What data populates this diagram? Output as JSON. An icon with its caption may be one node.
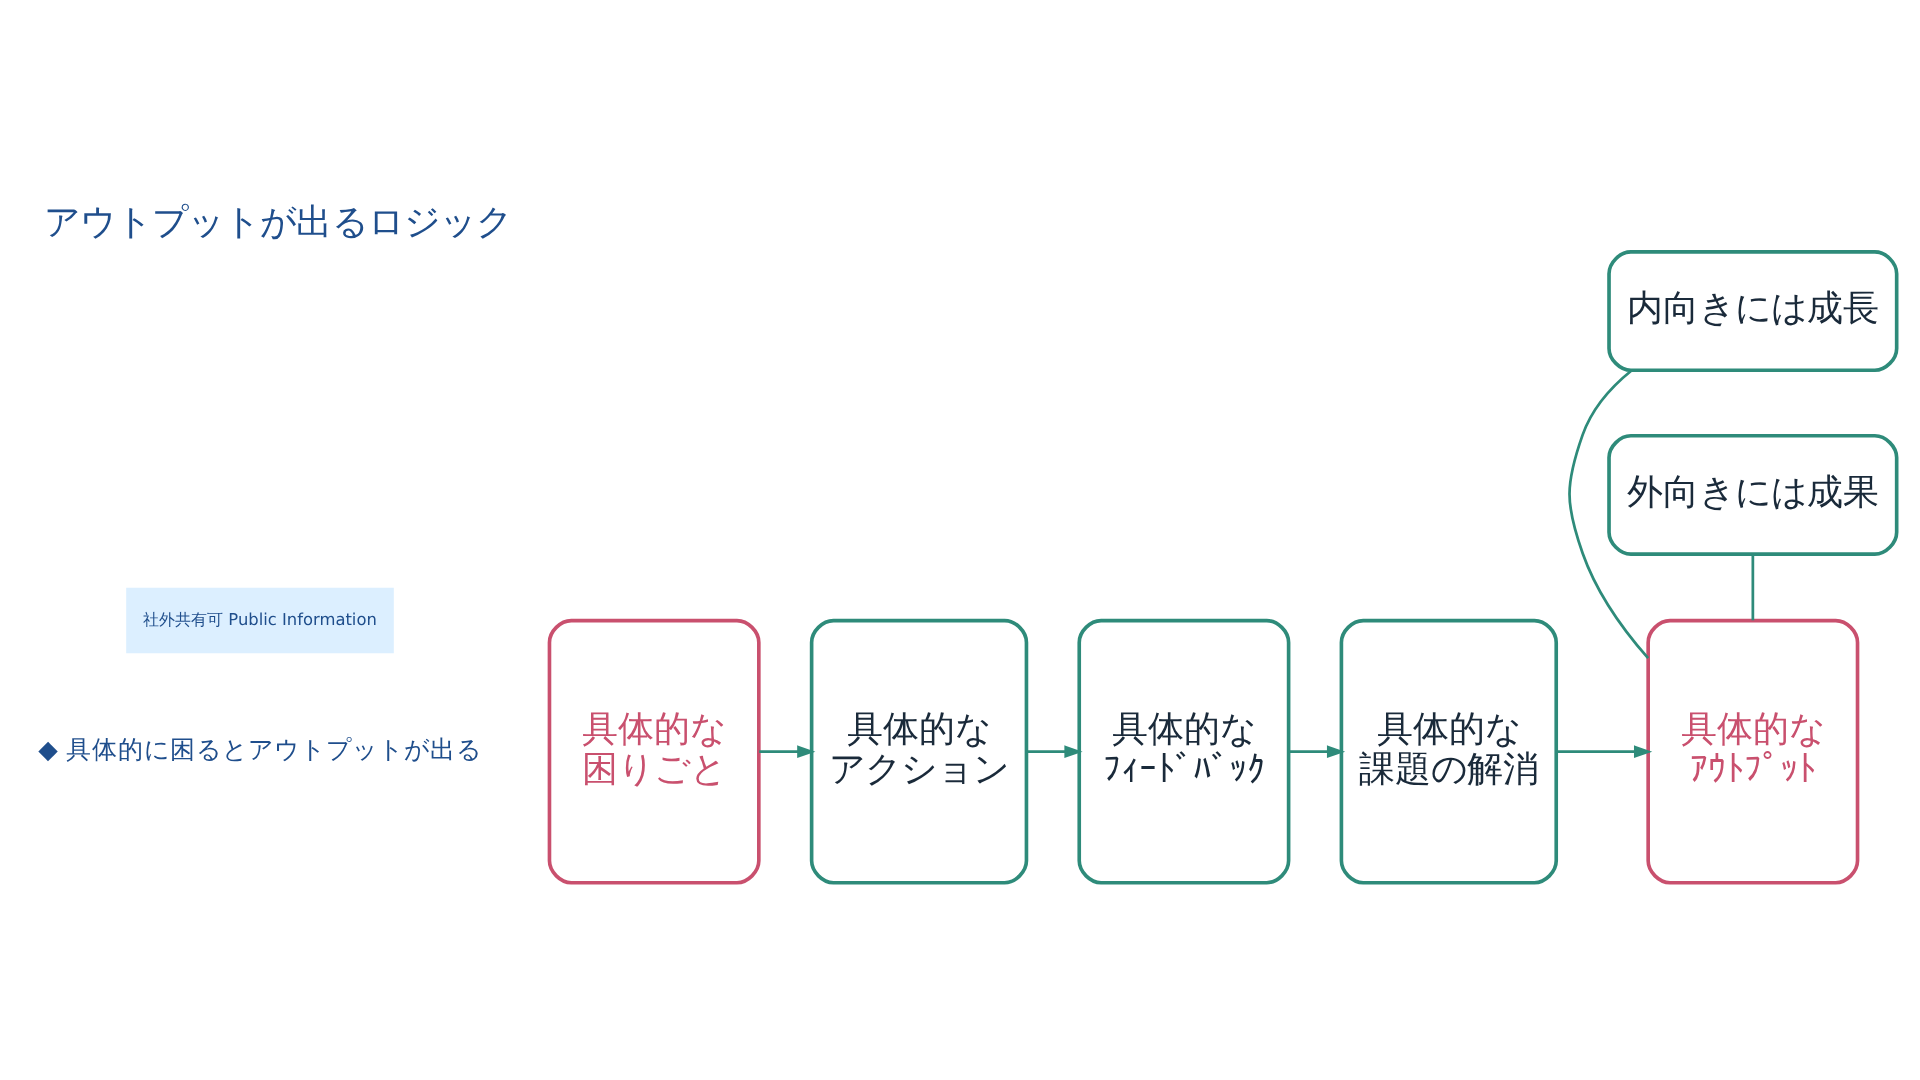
{
  "diagram": {
    "title": "アウトプットが出るロジック",
    "nodes": [
      {
        "text": [
          "具体的な困りごと"
        ]
      },
      {
        "text": [
          "具体的なアクション"
        ]
      },
      {
        "text": [
          "具体的なﾌｨｰﾄﾞﾊﾞｯｸ"
        ]
      },
      {
        "text": [
          "具体的な課題の解消"
        ]
      },
      {
        "text": [
          "具体的なｱｳﾄﾌﾟｯﾄ"
        ]
      },
      {
        "text": [
          "内向きには成長"
        ]
      },
      {
        "text": [
          "外向きには成果"
        ]
      }
    ],
    "edges": [
      {
        "from": 0,
        "to": 1,
        "arrow": "to"
      },
      {
        "from": 1,
        "to": 2,
        "arrow": "to"
      },
      {
        "from": 2,
        "to": 3,
        "arrow": "to"
      },
      {
        "from": 3,
        "to": 4,
        "arrow": "to"
      },
      {
        "from": 5,
        "to": 4,
        "arrow": "none"
      },
      {
        "from": 6,
        "to": 4,
        "arrow": "none"
      }
    ],
    "labels": [
      "◆ 具体的に困るとアウトプットが出る",
      "社外共有可 Public Information"
    ]
  }
}
